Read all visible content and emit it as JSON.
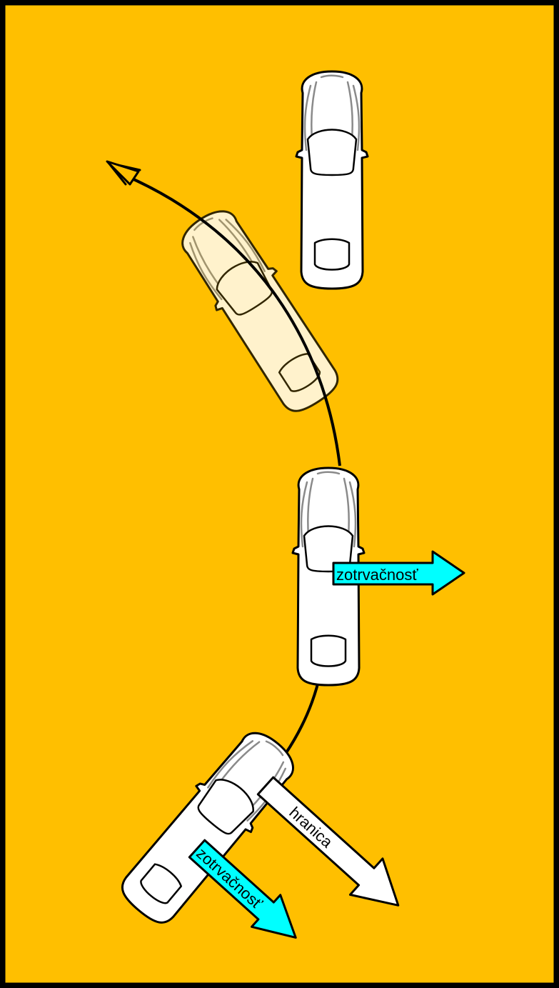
{
  "colors": {
    "background": "#FFBF00",
    "border": "#000000",
    "car_body": "#FFFFFF",
    "car_outline": "#000000",
    "car_lines": "#8A8A8A",
    "ghost_car": "#FFD77A",
    "inertia_arrow": "#00FFFF",
    "boundary_arrow": "#FFFFFF",
    "path": "#000000"
  },
  "labels": {
    "inertia_middle": "zotrvačnosť",
    "inertia_bottom": "zotrvačnosť",
    "boundary": "hranica"
  },
  "icons": [
    "car-icon",
    "arrow-icon"
  ]
}
